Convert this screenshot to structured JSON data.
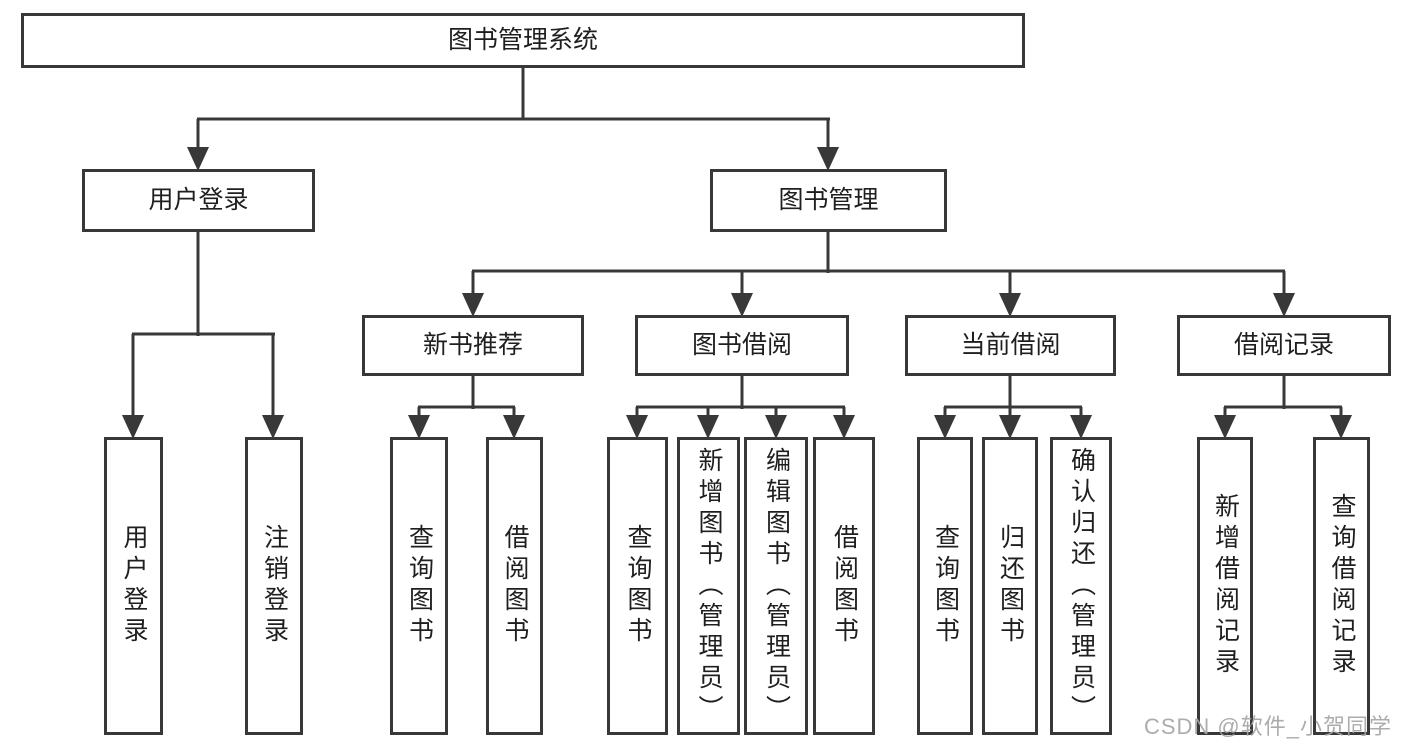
{
  "diagram": {
    "type": "tree",
    "orientation": "top-down",
    "root_id": "root"
  },
  "nodes": {
    "root": {
      "label": "图书管理系统",
      "children": [
        "user_login",
        "book_management"
      ]
    },
    "user_login": {
      "label": "用户登录",
      "children": [
        "login",
        "logout"
      ]
    },
    "book_management": {
      "label": "图书管理",
      "children": [
        "new_book_recommend",
        "book_borrow",
        "current_borrow",
        "borrow_records"
      ]
    },
    "new_book_recommend": {
      "label": "新书推荐",
      "children": [
        "rec_query_book",
        "rec_borrow_book"
      ]
    },
    "book_borrow": {
      "label": "图书借阅",
      "children": [
        "bb_query_book",
        "bb_add_book",
        "bb_edit_book",
        "bb_borrow_book"
      ]
    },
    "current_borrow": {
      "label": "当前借阅",
      "children": [
        "cb_query_book",
        "cb_return_book",
        "cb_confirm_return"
      ]
    },
    "borrow_records": {
      "label": "借阅记录",
      "children": [
        "br_add_record",
        "br_query_record"
      ]
    },
    "login": {
      "label": "用户登录",
      "children": []
    },
    "logout": {
      "label": "注销登录",
      "children": []
    },
    "rec_query_book": {
      "label": "查询图书",
      "children": []
    },
    "rec_borrow_book": {
      "label": "借阅图书",
      "children": []
    },
    "bb_query_book": {
      "label": "查询图书",
      "children": []
    },
    "bb_add_book": {
      "label": "新增图书（管理员）",
      "children": []
    },
    "bb_edit_book": {
      "label": "编辑图书（管理员）",
      "children": []
    },
    "bb_borrow_book": {
      "label": "借阅图书",
      "children": []
    },
    "cb_query_book": {
      "label": "查询图书",
      "children": []
    },
    "cb_return_book": {
      "label": "归还图书",
      "children": []
    },
    "cb_confirm_return": {
      "label": "确认归还（管理员）",
      "children": []
    },
    "br_add_record": {
      "label": "新增借阅记录",
      "children": []
    },
    "br_query_record": {
      "label": "查询借阅记录",
      "children": []
    }
  },
  "watermark": {
    "text": "CSDN @软件_小贺同学"
  },
  "colors": {
    "background": "#ffffff",
    "box_border": "#383838",
    "connector_line": "#383838",
    "text": "#1f1f1f",
    "watermark": "#a5a5a8"
  }
}
